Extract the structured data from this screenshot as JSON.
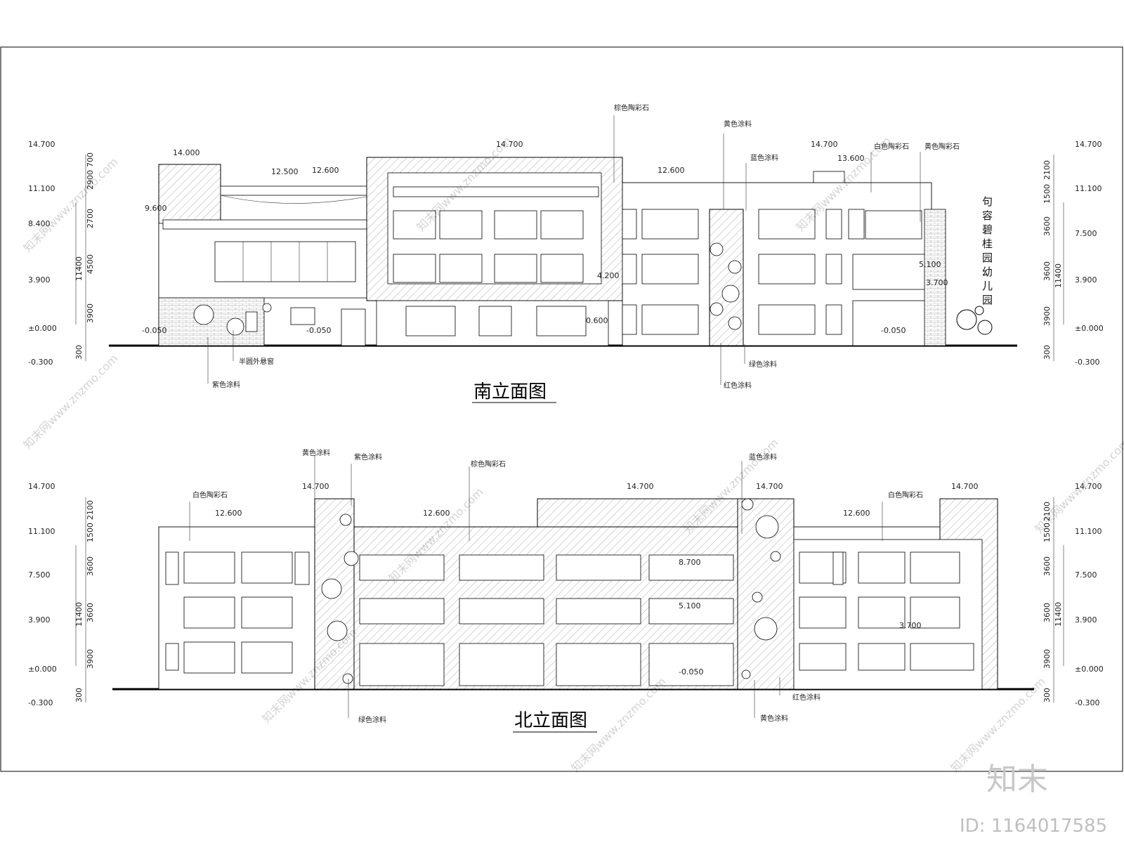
{
  "drawings": {
    "south": {
      "title": "南立面图",
      "name_sign": [
        "句",
        "容",
        "碧",
        "桂",
        "园",
        "幼",
        "儿",
        "园"
      ],
      "elevations_left": [
        "14.700",
        "11.100",
        "8.400",
        "3.900",
        "±0.000",
        "-0.300"
      ],
      "elevations_right": [
        "14.700",
        "11.100",
        "7.500",
        "3.900",
        "±0.000",
        "-0.300"
      ],
      "dims_left": [
        "700",
        "2900",
        "2700",
        "4500",
        "3900",
        "300",
        "11400"
      ],
      "dims_right": [
        "2100",
        "1500",
        "3600",
        "3600",
        "3900",
        "300",
        "11400"
      ],
      "levels": [
        "14.000",
        "12.500",
        "12.600",
        "9.600",
        "14.700",
        "12.600",
        "14.700",
        "13.600",
        "4.200",
        "5.100",
        "3.700",
        "-0.050",
        "-0.050",
        "0.600",
        "-0.050"
      ],
      "notes": [
        "棕色陶彩石",
        "黄色涂料",
        "蓝色涂料",
        "白色陶彩石",
        "黄色陶彩石",
        "半圆外悬窗",
        "紫色涂料",
        "绿色涂料",
        "红色涂料"
      ]
    },
    "north": {
      "title": "北立面图",
      "elevations_left": [
        "14.700",
        "11.100",
        "7.500",
        "3.900",
        "±0.000",
        "-0.300"
      ],
      "elevations_right": [
        "14.700",
        "11.100",
        "7.500",
        "3.900",
        "±0.000",
        "-0.300"
      ],
      "dims_left": [
        "2100",
        "1500",
        "3600",
        "3600",
        "3900",
        "300",
        "11400"
      ],
      "dims_right": [
        "2100",
        "1500",
        "3600",
        "3600",
        "3900",
        "300",
        "11400"
      ],
      "levels": [
        "12.600",
        "14.700",
        "12.600",
        "14.700",
        "14.700",
        "12.600",
        "14.700",
        "8.700",
        "5.100",
        "3.700",
        "-0.050"
      ],
      "notes": [
        "黄色涂料",
        "紫色涂料",
        "棕色陶彩石",
        "蓝色涂料",
        "白色陶彩石",
        "白色陶彩石",
        "绿色涂料",
        "红色涂料",
        "黄色涂料"
      ]
    }
  },
  "watermark": {
    "text": "知末网www.znzmo.com",
    "logo": "知末",
    "id_label": "ID: 1164017585"
  }
}
